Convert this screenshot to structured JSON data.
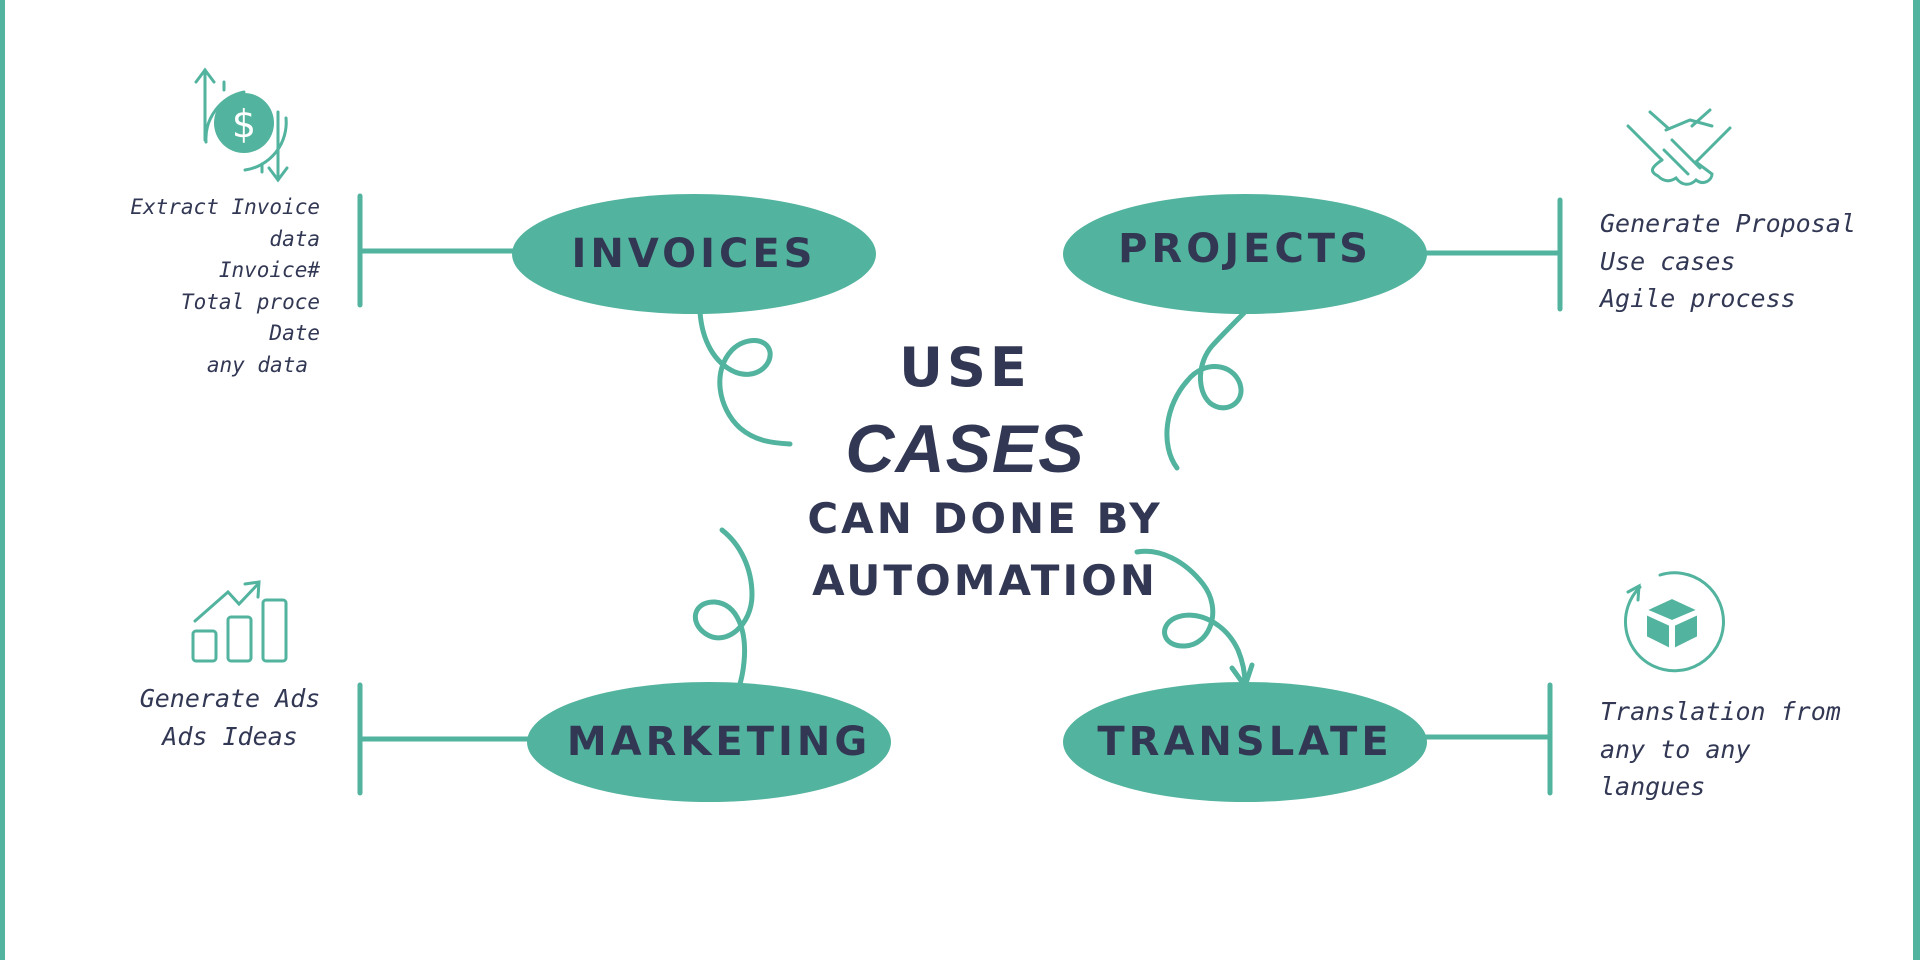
{
  "colors": {
    "accent": "#52b39e",
    "text": "#323854",
    "background": "#ffffff"
  },
  "center": {
    "line1": "USE",
    "line2": "CASES",
    "line3": "CAN DONE BY",
    "line4": "AUTOMATION"
  },
  "nodes": {
    "invoices": {
      "label": "INVOICES",
      "icon": "dollar-exchange-icon",
      "notes": [
        "Extract Invoice",
        "data",
        "Invoice#",
        "Total proce",
        "Date",
        "any data"
      ]
    },
    "projects": {
      "label": "PROJECTS",
      "icon": "handshake-icon",
      "notes": [
        "Generate Proposal",
        "Use cases",
        "Agile process"
      ]
    },
    "marketing": {
      "label": "MARKETING",
      "icon": "growth-chart-icon",
      "notes": [
        "Generate Ads",
        "Ads Ideas"
      ]
    },
    "translate": {
      "label": "TRANSLATE",
      "icon": "package-cycle-icon",
      "notes": [
        "Translation from",
        "any to any",
        "langues"
      ]
    }
  }
}
